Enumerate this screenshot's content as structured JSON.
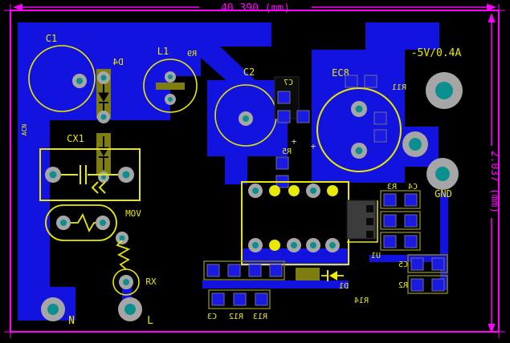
{
  "dimensions": {
    "top": "40.390 (mm)",
    "right": "2.037 (mm)"
  },
  "nets": {
    "output": "-5V/0.4A",
    "ground": "GND",
    "neutral": "N",
    "line": "L"
  },
  "refdes": {
    "c1": "C1",
    "d4": "D4",
    "l1": "L1",
    "r9": "R9",
    "c2": "C2",
    "c7": "C7",
    "ec8": "EC8",
    "r11": "R11",
    "cx1": "CX1",
    "mov": "MOV",
    "rx": "RX",
    "r5": "R5",
    "r3": "R3",
    "c4": "C4",
    "c5": "C5",
    "r2": "R2",
    "u1": "U1",
    "d1": "D1",
    "r14": "R14",
    "c3": "C3",
    "r12": "R12",
    "r13": "R13",
    "acn": "ACN"
  },
  "marks": {
    "plus": "+"
  },
  "colors": {
    "background": "#000000",
    "board-outline": "#ff00ff",
    "copper": "#1313e0",
    "silkscreen": "#e9e900",
    "pad-ring": "#a6a6a6",
    "pad-hole": "#0c8f8f",
    "smd-pad": "#1a1ae0",
    "component-body": "#7d7d10"
  }
}
